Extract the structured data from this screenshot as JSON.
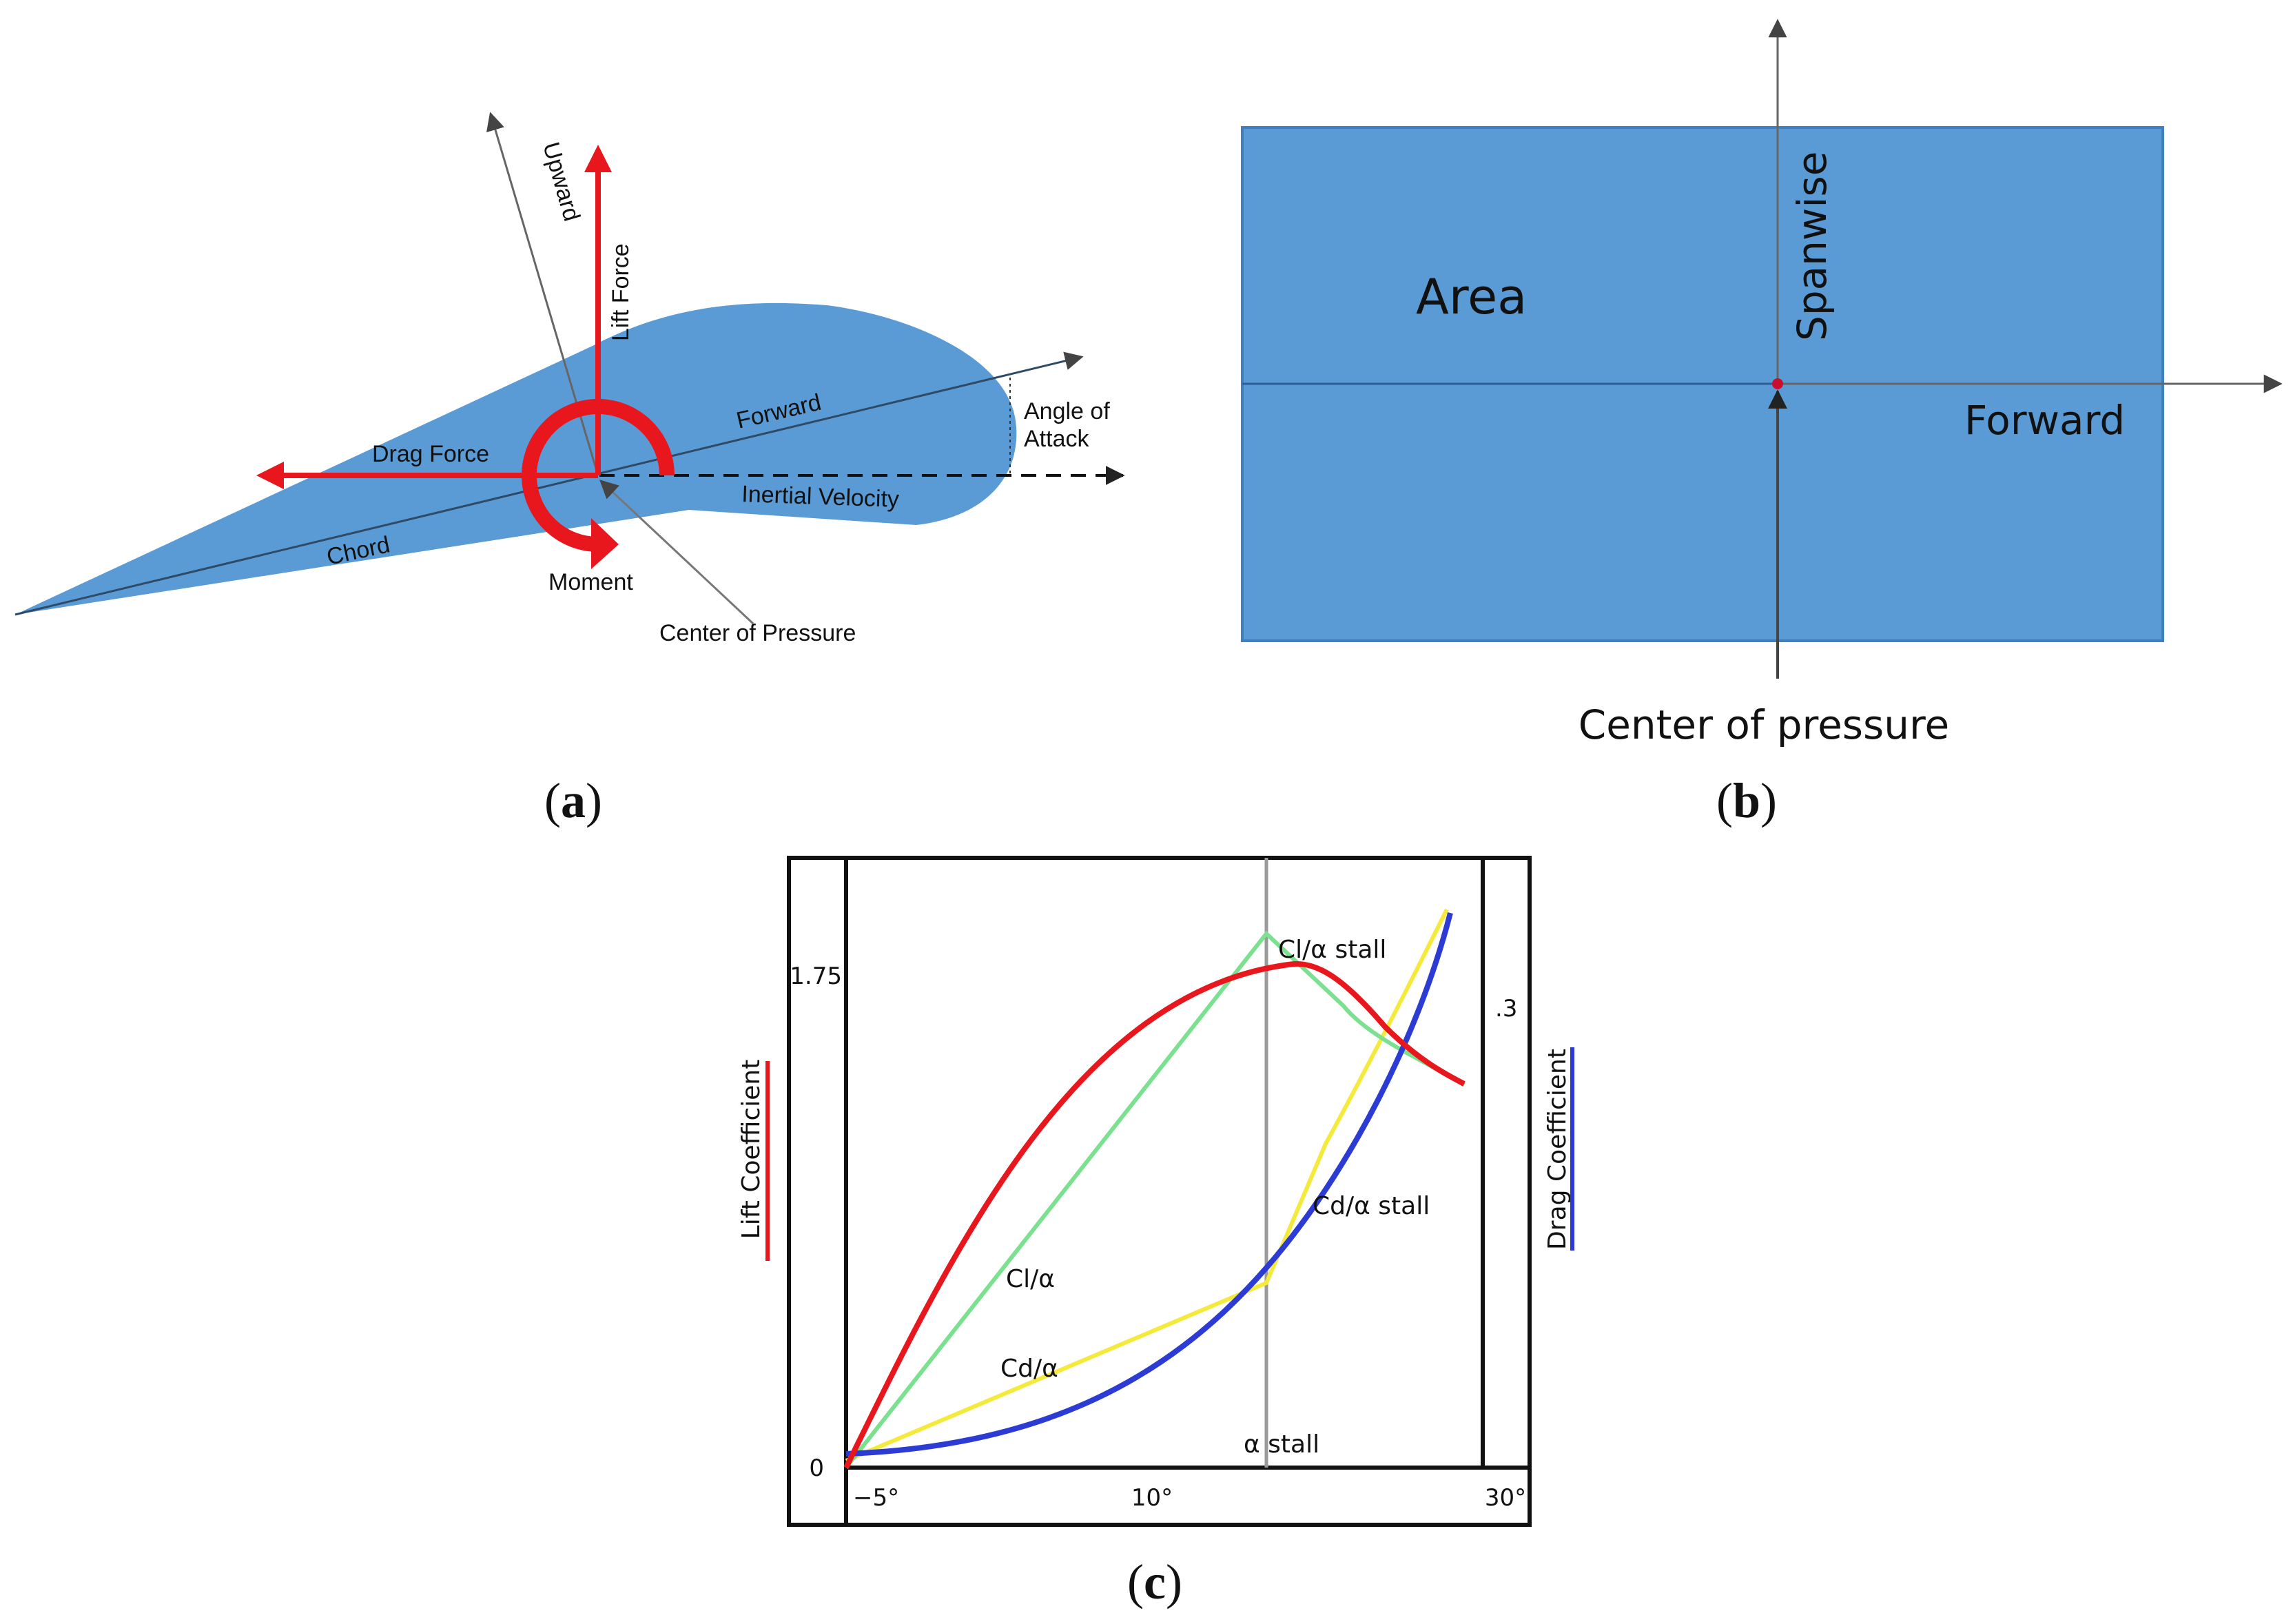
{
  "panel_a": {
    "caption": "a",
    "labels": {
      "upward": "Upward",
      "lift_force": "Lift Force",
      "forward": "Forward",
      "angle_of_attack_line1": "Angle of",
      "angle_of_attack_line2": "Attack",
      "drag_force": "Drag Force",
      "inertial_velocity": "Inertial Velocity",
      "chord": "Chord",
      "moment": "Moment",
      "center_of_pressure": "Center of Pressure"
    },
    "colors": {
      "airfoil": "#5b9bd5",
      "force": "#e8171d"
    }
  },
  "panel_b": {
    "caption": "b",
    "labels": {
      "area": "Area",
      "spanwise": "Spanwise",
      "forward": "Forward",
      "center_of_pressure": "Center of pressure"
    },
    "colors": {
      "wing": "#5b9bd5"
    }
  },
  "panel_c": {
    "caption": "c",
    "y_left_label": "Lift Coefficient",
    "y_right_label": "Drag Coefficient",
    "y_left_ticks": [
      "1.75",
      "0"
    ],
    "y_right_ticks": [
      ".3"
    ],
    "x_ticks": [
      "−5°",
      "10°",
      "30°"
    ],
    "annotations": {
      "cl_alpha": "Cl/α",
      "cd_alpha": "Cd/α",
      "cl_alpha_stall": "Cl/α stall",
      "cd_alpha_stall": "Cd/α stall",
      "alpha_stall": "α stall"
    },
    "colors": {
      "lift": "#e8171d",
      "drag": "#2b3bd4",
      "cl_linear": "#7be08f",
      "cd_linear": "#f4ea3c",
      "stall_line": "#9a9a9a"
    }
  }
}
